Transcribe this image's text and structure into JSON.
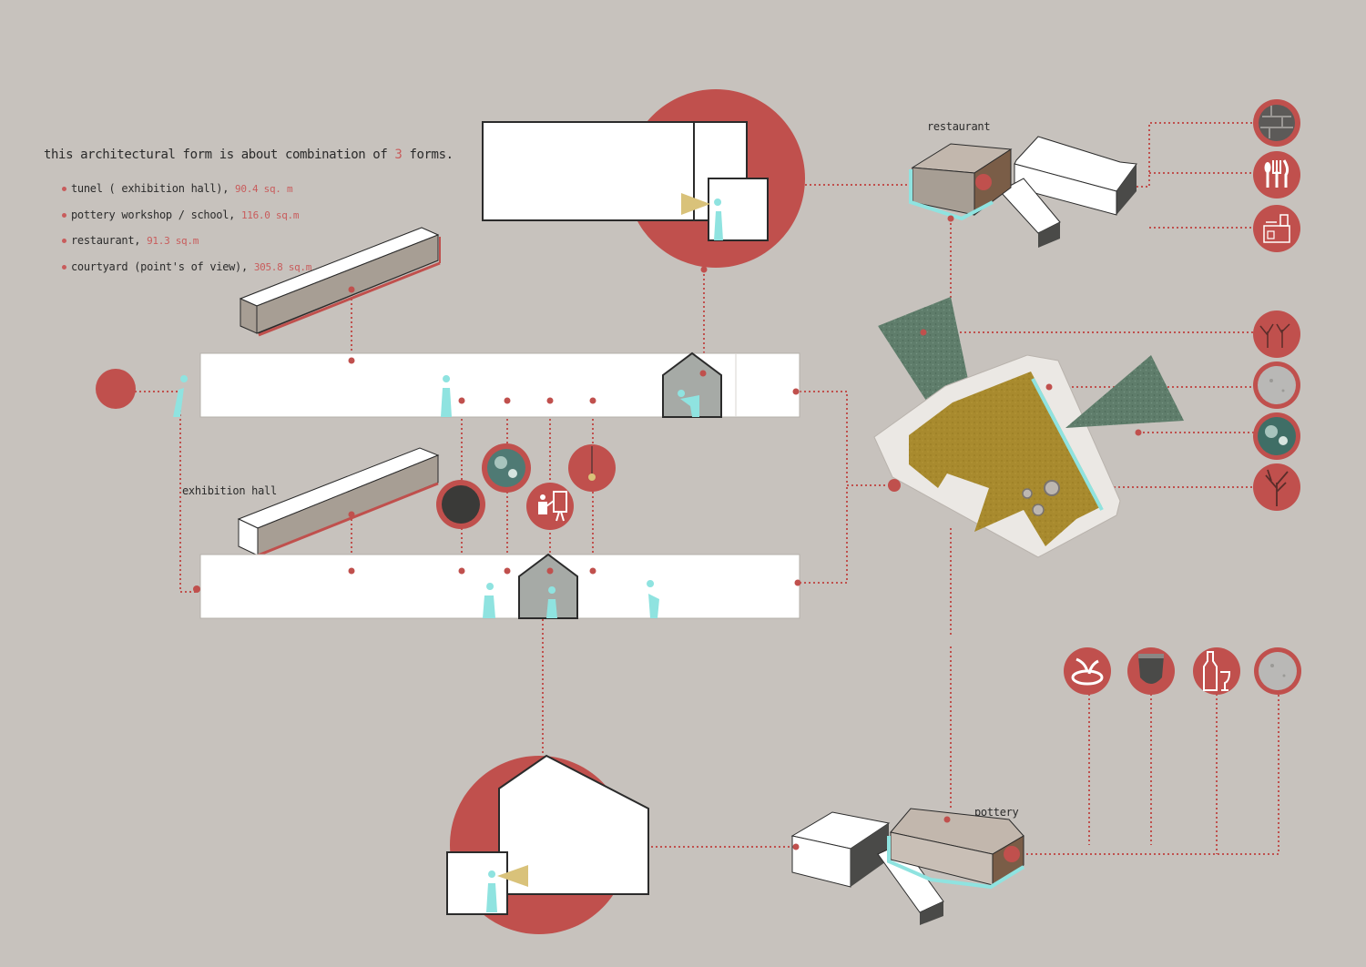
{
  "intro": {
    "prefix": "this architectural form is about combination of ",
    "count": "3",
    "suffix": " forms."
  },
  "legend": [
    {
      "name": "tunel ( exhibition hall), ",
      "area": "90.4 sq. m"
    },
    {
      "name": "pottery workshop / school, ",
      "area": "116.0 sq.m"
    },
    {
      "name": "restaurant, ",
      "area": "91.3 sq.m"
    },
    {
      "name": "courtyard (point's of view), ",
      "area": "305.8 sq.m"
    }
  ],
  "labels": {
    "restaurant": "restaurant",
    "exhibition_hall": "exhibition hall",
    "pottery": "pottery"
  },
  "colors": {
    "background": "#c7c2bd",
    "accent": "#c85c5c",
    "figure": "#8fe3e0",
    "courtyard": "#a88a2e",
    "greenery": "#5f7d6b",
    "tunnel": "#a79e94"
  },
  "icons": {
    "restaurant_materials": [
      "stone-wall-icon",
      "cutlery-icon",
      "kitchen-icon"
    ],
    "courtyard_views": [
      "tree-group-icon",
      "concrete-texture-icon",
      "water-texture-icon",
      "single-tree-icon"
    ],
    "exhibition_items": [
      "dark-stone-icon",
      "water-texture-icon",
      "painter-icon",
      "pendant-lamp-icon"
    ],
    "pottery_items": [
      "clay-hands-icon",
      "clay-pot-icon",
      "wine-bottle-icon",
      "concrete-texture-icon"
    ]
  }
}
